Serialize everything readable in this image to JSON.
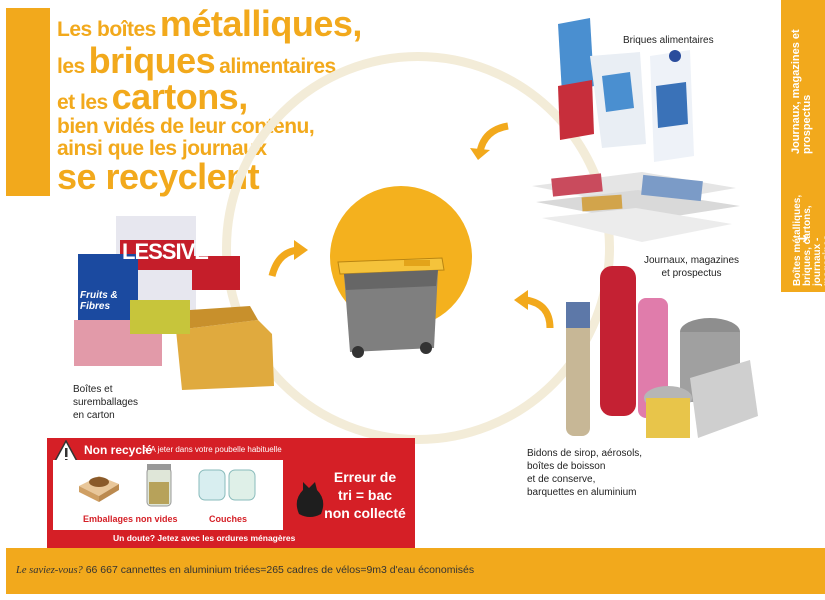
{
  "headline": {
    "part1_small": "Les boîtes",
    "part1_big": "métalliques,",
    "part2_small1": "les",
    "part2_big": "briques",
    "part2_small2": "alimentaires",
    "part3_small": "et les",
    "part3_big": "cartons,",
    "line4": "bien vidés de leur contenu,",
    "line5": "ainsi que les journaux",
    "line6": "se recyclent"
  },
  "side_tab": {
    "top_label": "Journaux, magazines et prospectus",
    "bottom_label": "Boîtes métalliques, briques, cartons, journaux - magazines",
    "arrow": "➜"
  },
  "labels": {
    "briques": "Briques alimentaires",
    "journaux": "Journaux, magazines\net prospectus",
    "boites": "Boîtes et\nsuremballages\nen carton",
    "bidons": "Bidons de sirop, aérosols,\nboîtes de boisson\net de conserve,\nbarquettes en aluminium"
  },
  "product_text": {
    "lessive": "LESSIVE",
    "fruits": "Fruits & Fibres"
  },
  "non_recycle": {
    "title": "Non recyclé",
    "subtitle": "> A jeter dans votre poubelle habituelle",
    "item1": "Emballages non vides",
    "item2": "Couches",
    "bottom": "Un doute? Jetez avec les ordures ménagères",
    "error_line1": "Erreur de",
    "error_line2": "tri = bac",
    "error_line3": "non collecté"
  },
  "footer": {
    "lead": "Le saviez-vous?",
    "fact": "66 667 cannettes en aluminium triées=265 cadres de vélos=9m3 d'eau économisés"
  },
  "colors": {
    "accent": "#f2a91c",
    "red": "#d51f26",
    "ring": "#f3ecd8"
  }
}
